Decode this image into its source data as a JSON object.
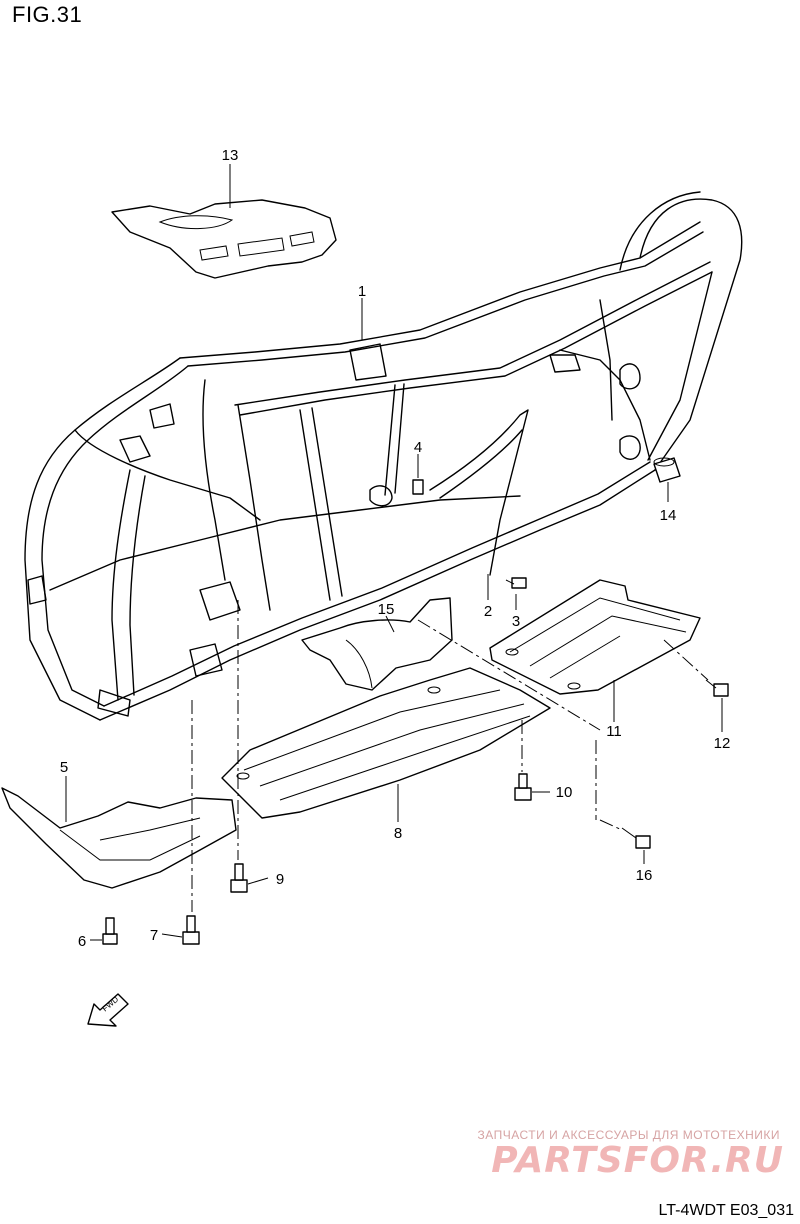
{
  "figure": {
    "title": "FIG.31",
    "part_code": "LT-4WDT E03_031"
  },
  "watermark": {
    "caption": "ЗАПЧАСТИ И АКСЕССУАРЫ ДЛЯ МОТОТЕХНИКИ",
    "logo": "PARTSFOR.RU"
  },
  "fwd_arrow": {
    "label": "FWD"
  },
  "callouts": [
    "1",
    "2",
    "3",
    "4",
    "5",
    "6",
    "7",
    "8",
    "9",
    "10",
    "11",
    "12",
    "13",
    "14",
    "15",
    "16"
  ]
}
